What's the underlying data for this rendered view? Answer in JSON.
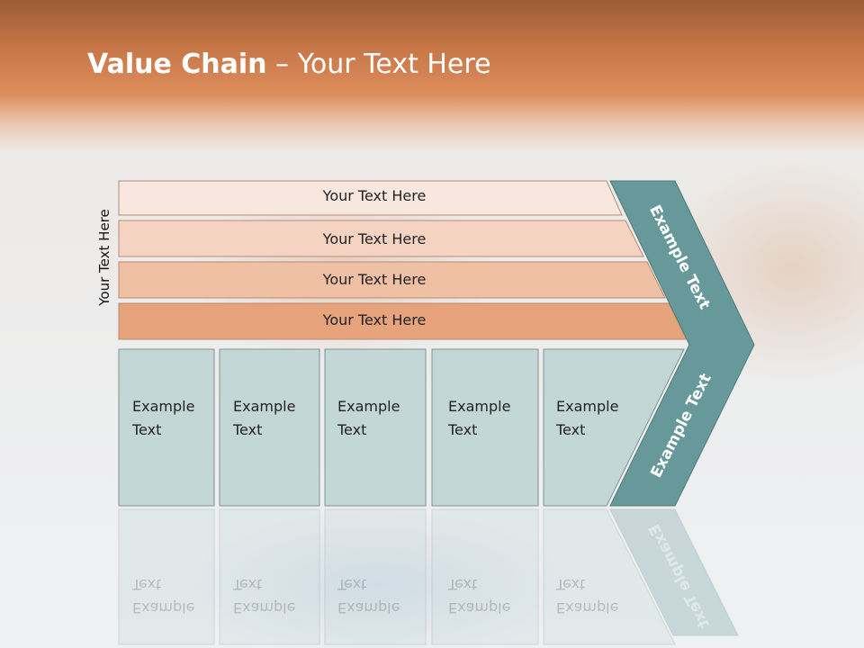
{
  "title": {
    "bold": "Value Chain",
    "rest": " – Your Text Here"
  },
  "side_label": "Your Text Here",
  "bars": [
    {
      "label": "Your Text Here",
      "color": "#f8e7df"
    },
    {
      "label": "Your Text Here",
      "color": "#f5d3c2"
    },
    {
      "label": "Your Text Here",
      "color": "#f0c0a4"
    },
    {
      "label": "Your Text Here",
      "color": "#e6a37c"
    }
  ],
  "boxes": [
    {
      "label": "Example\nText"
    },
    {
      "label": "Example\nText"
    },
    {
      "label": "Example\nText"
    },
    {
      "label": "Example\nText"
    },
    {
      "label": "Example\nText"
    }
  ],
  "chevron": {
    "upper_label": "Example Text",
    "lower_label": "Example Text",
    "color": "#67999a"
  },
  "colors": {
    "box_fill": "#c3d7d6",
    "box_stroke": "#7e9391",
    "bar_stroke": "#b98b73"
  }
}
